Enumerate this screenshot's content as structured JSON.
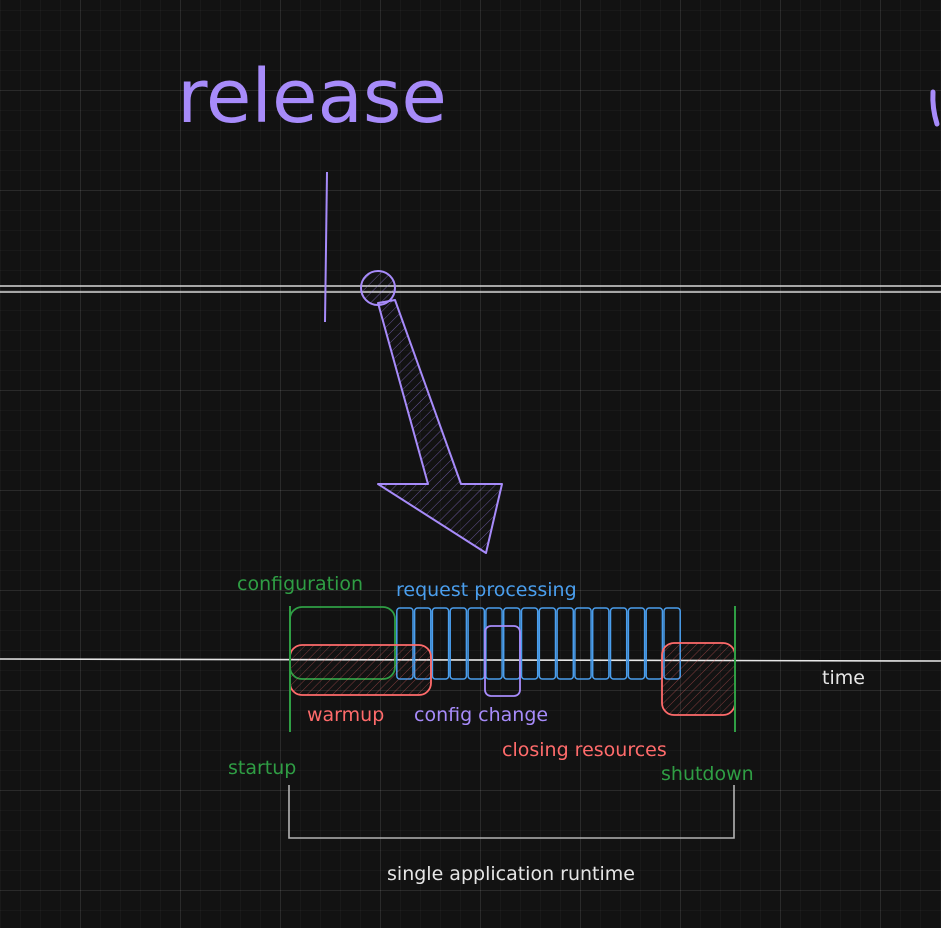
{
  "title": "release",
  "labels": {
    "configuration": "configuration",
    "request_processing": "request processing",
    "warmup": "warmup",
    "config_change": "config change",
    "closing_resources": "closing resources",
    "startup": "startup",
    "shutdown": "shutdown",
    "time": "time",
    "single_runtime": "single application runtime"
  },
  "colors": {
    "background": "#121212",
    "purple": "#a78bfa",
    "green": "#2f9e44",
    "blue": "#4a9eed",
    "red": "#ff6b6b",
    "white": "#e6e6e6",
    "grey": "#b3b3b3"
  },
  "request_blocks": 16
}
